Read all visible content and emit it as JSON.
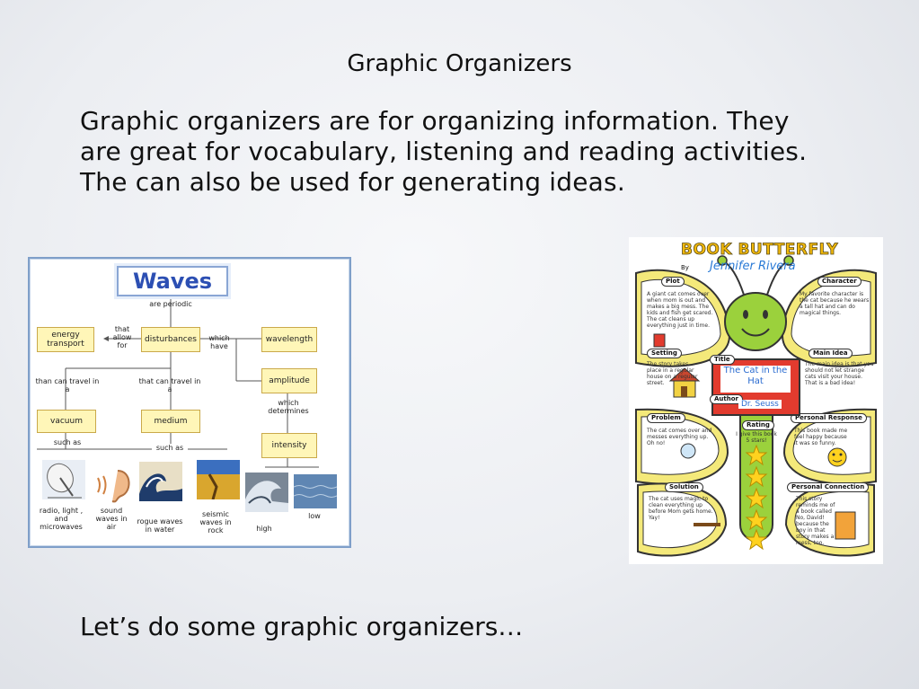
{
  "slide": {
    "title": "Graphic Organizers",
    "body_lines": [
      "Graphic organizers are for organizing information. They",
      "are great for vocabulary, listening and reading activities.",
      "The can also be used for generating ideas."
    ],
    "footer": "Let’s do some graphic organizers…"
  },
  "waves_map": {
    "title": "Waves",
    "are_periodic": "are periodic",
    "boxes": {
      "energy_transport": "energy transport",
      "disturbances": "disturbances",
      "wavelength": "wavelength",
      "amplitude": "amplitude",
      "vacuum": "vacuum",
      "medium": "medium",
      "intensity": "intensity"
    },
    "links": {
      "that_allow_for": "that allow for",
      "which_have": "which have",
      "than_can_travel": "than can travel in a",
      "that_can_travel": "that can travel in a",
      "which_determines": "which determines",
      "such_as_1": "such as",
      "such_as_2": "such as"
    },
    "examples": {
      "radio": "radio, light , and microwaves",
      "sound": "sound waves in air",
      "rogue": "rogue waves in water",
      "seismic": "seismic waves in rock",
      "high": "high",
      "low": "low"
    }
  },
  "book_butterfly": {
    "heading": "BOOK BUTTERFLY",
    "by": "By",
    "author_name": "Jennifer Rivera",
    "labels": {
      "plot": "Plot",
      "character": "Character",
      "setting": "Setting",
      "main_idea": "Main Idea",
      "problem": "Problem",
      "personal_response": "Personal Response",
      "solution": "Solution",
      "personal_connection": "Personal Connection",
      "title": "Title",
      "author": "Author",
      "rating": "Rating"
    },
    "book_title": "The Cat in the Hat",
    "book_author": "Dr. Seuss",
    "texts": {
      "plot": "A giant cat comes over when mom is out and makes a big mess. The kids and fish get scared. The cat cleans up everything just in time.",
      "character": "My favorite character is the cat because he wears a tall hat and can do magical things.",
      "setting": "The story takes place in a regular house on a regular street.",
      "main_idea": "The main idea is that you should not let strange cats visit your house. That is a bad idea!",
      "problem": "The cat comes over and messes everything up. Oh no!",
      "personal_response": "This book made me feel happy because it was so funny.",
      "solution": "The cat uses magic to clean everything up before Mom gets home. Yay!",
      "personal_connection": "This story reminds me of a book called No, David! because the boy in that story makes a mess, too.",
      "rating": "I give this book 5 stars!"
    },
    "colors": {
      "wing": "#f4e97a",
      "body": "#9bd13c",
      "star": "#ffd21f",
      "title_box": "#e23b2e"
    }
  }
}
